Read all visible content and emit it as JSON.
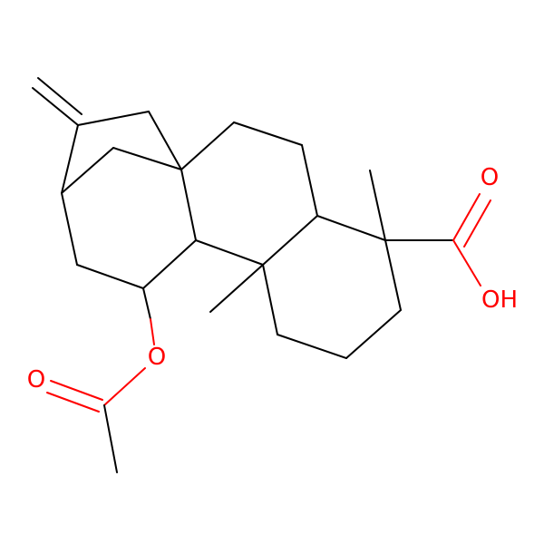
{
  "structure": {
    "atoms": {
      "carbonyl_oxygen_acid": "O",
      "hydroxyl_acid": "OH",
      "ester_oxygen": "O",
      "carbonyl_oxygen_ester": "O"
    },
    "colors": {
      "bond": "#000000",
      "heteroatom": "#ff0000",
      "background": "#ffffff"
    }
  }
}
